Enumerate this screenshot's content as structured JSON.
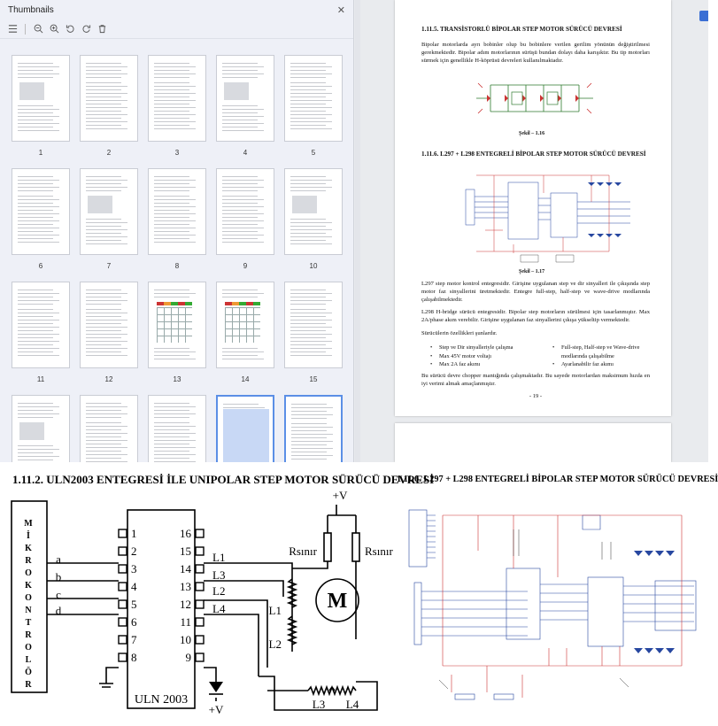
{
  "thumbnail_panel": {
    "title": "Thumbnails",
    "close_icon": "close-icon",
    "toolbar_icons": [
      "menu-icon",
      "zoom-out-icon",
      "zoom-in-icon",
      "rotate-left-icon",
      "rotate-right-icon",
      "delete-icon"
    ],
    "page_numbers": [
      "1",
      "2",
      "3",
      "4",
      "5",
      "6",
      "7",
      "8",
      "9",
      "10",
      "11",
      "12",
      "13",
      "14",
      "15"
    ],
    "selected_pages": [
      "19",
      "20"
    ],
    "accent_color": "#5b8fe6"
  },
  "document": {
    "section1_heading": "1.11.5. TRANSİSTORLÜ BİPOLAR STEP MOTOR SÜRÜCÜ DEVRESİ",
    "section1_text": "Bipolar motorlarda ayrı bobinler olup bu bobinlere verilen gerilim yönünün değiştirilmesi gerekmektedir. Bipolar adım motorlarının sürüşü bundan dolayı daha karışıktır. Bu tip motorları sürmek için genellikle H-köprüsü devreleri kullanılmaktadır.",
    "fig1_caption": "Şekil – 1.16",
    "section2_heading": "1.11.6. L297 + L298 ENTEGRELİ BİPOLAR STEP MOTOR SÜRÜCÜ DEVRESİ",
    "fig2_caption": "Şekil – 1.17",
    "para_l297": "L297 step motor kontrol entegresidir. Girişine uygulanan step ve dir sinyalleri ile çıkışında step motor faz sinyallerini üretmektedir. Entegre full-step, half-step ve wave-drive modlarında çalışabilmektedir.",
    "para_l298": "L298 H-bridge sürücü entegresidir. Bipolar step motorların sürülmesi için tasarlanmıştır. Max 2A/phase akım verebilir. Girişine uygulanan faz sinyallerini çıkışa yükseltip vermektedir.",
    "features_intro": "Sürücülerin özellikleri şunlardır.",
    "features_left": [
      "Step ve Dir sinyalleriyle çalışma",
      "Max 45V motor voltajı",
      "Max 2A faz akımı"
    ],
    "features_right": [
      "Full-step, Half-step ve Wave-drive modlarında çalışabilme",
      "Ayarlanabilir faz akımı"
    ],
    "para_final": "Bu sürücü devre chopper mantığında çalışmaktadır. Bu sayede motorlardan maksimum hızda en iyi verimi almak amaçlanmıştır.",
    "page_number": "- 19 -"
  },
  "figure_left": {
    "title": "1.11.2. ULN2003 ENTEGRESİ İLE UNIPOLAR STEP MOTOR SÜRÜCÜ DEVRESİ",
    "controller_letters": [
      "M",
      "İ",
      "K",
      "R",
      "O",
      "K",
      "O",
      "N",
      "T",
      "R",
      "O",
      "L",
      "Ö",
      "R"
    ],
    "inputs": [
      "a",
      "b",
      "c",
      "d"
    ],
    "left_pins": [
      "1",
      "2",
      "3",
      "4",
      "5",
      "6",
      "7",
      "8"
    ],
    "right_pins": [
      "16",
      "15",
      "14",
      "13",
      "12",
      "11",
      "10",
      "9"
    ],
    "chip_label": "ULN 2003",
    "coil_labels": [
      "L1",
      "L3",
      "L2",
      "L4"
    ],
    "coil_names": [
      "L1",
      "L2",
      "L3",
      "L4"
    ],
    "resistor_label": "Rsınır",
    "motor_label": "M",
    "supply_top": "+V",
    "supply_bottom": "+V"
  },
  "figure_right": {
    "title": "1.11.6. L297 + L298 ENTEGRELİ BİPOLAR STEP MOTOR SÜRÜCÜ DEVRESİ"
  }
}
